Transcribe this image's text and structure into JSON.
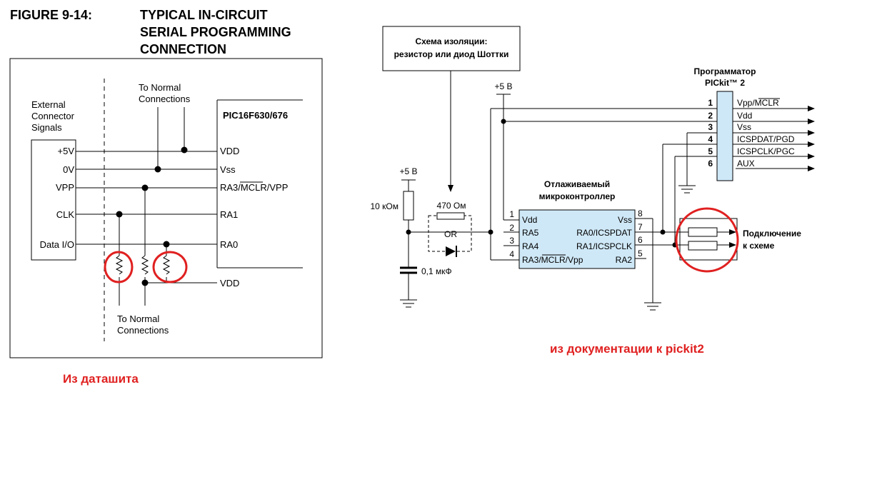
{
  "left_figure": {
    "fig_number": "FIGURE 9-14:",
    "title_line1": "TYPICAL IN-CIRCUIT",
    "title_line2": "SERIAL PROGRAMMING",
    "title_line3": "CONNECTION",
    "ext_line1": "External",
    "ext_line2": "Connector",
    "ext_line3": "Signals",
    "normal_top_line1": "To Normal",
    "normal_top_line2": "Connections",
    "normal_bottom_line1": "To Normal",
    "normal_bottom_line2": "Connections",
    "chip_name": "PIC16F630/676",
    "signals": [
      "+5V",
      "0V",
      "VPP",
      "CLK",
      "Data I/O"
    ],
    "pins": [
      "VDD",
      "Vss",
      "RA3/MCLR/VPP",
      "RA1",
      "RA0",
      "VDD"
    ],
    "caption": "Из даташита"
  },
  "right_figure": {
    "isolation_line1": "Схема изоляции:",
    "isolation_line2": "резистор или диод Шоттки",
    "plus5_top": "+5 В",
    "plus5_left": "+5 В",
    "r_pullup": "10 кОм",
    "r_series": "470 Ом",
    "or_label": "OR",
    "cap": "0,1 мкФ",
    "mcu_line1": "Отлаживаемый",
    "mcu_line2": "микроконтроллер",
    "mcu_pins_left": [
      {
        "num": "1",
        "name": "Vdd"
      },
      {
        "num": "2",
        "name": "RA5"
      },
      {
        "num": "3",
        "name": "RA4"
      },
      {
        "num": "4",
        "name": "RA3/MCLR/Vpp"
      }
    ],
    "mcu_pins_right": [
      {
        "num": "8",
        "name": "Vss"
      },
      {
        "num": "7",
        "name": "RA0/ICSPDAT"
      },
      {
        "num": "6",
        "name": "RA1/ICSPCLK"
      },
      {
        "num": "5",
        "name": "RA2"
      }
    ],
    "prog_line1": "Программатор",
    "prog_line2": "PICkit™ 2",
    "prog_pins": [
      {
        "num": "1",
        "name": "Vpp/MCLR"
      },
      {
        "num": "2",
        "name": "Vdd"
      },
      {
        "num": "3",
        "name": "Vss"
      },
      {
        "num": "4",
        "name": "ICSPDAT/PGD"
      },
      {
        "num": "5",
        "name": "ICSPCLK/PGC"
      },
      {
        "num": "6",
        "name": "AUX"
      }
    ],
    "circuit_line1": "Подключение",
    "circuit_line2": "к схеме",
    "caption": "из документации к pickit2"
  },
  "colors": {
    "annotation": "#e02020",
    "line": "#000000"
  }
}
